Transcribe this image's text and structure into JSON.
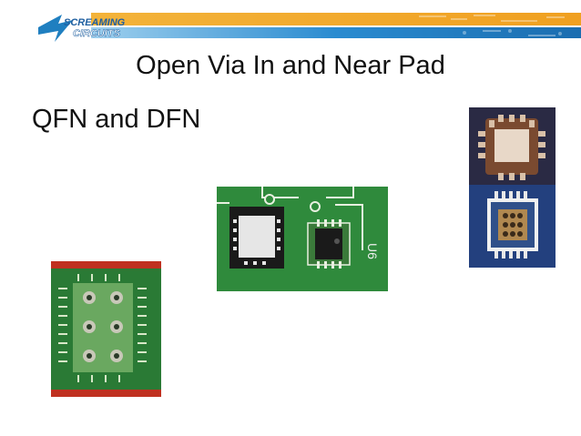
{
  "header": {
    "logo_line1": "SCREAMING",
    "logo_line2": "CIRCUITS",
    "logo_icon": "screaming-circuits-swoosh-logo"
  },
  "slide": {
    "title": "Open Via In and Near Pad",
    "subtitle": "QFN and DFN"
  },
  "photos": [
    {
      "name": "qfn-pcb-pads-photo-right"
    },
    {
      "name": "qfn-dfn-board-photo-center",
      "silkscreen_label": "U6"
    },
    {
      "name": "qfn-pad-vias-photo-left"
    }
  ],
  "colors": {
    "header_orange": "#f0a020",
    "header_blue": "#1f7fc0",
    "pcb_green": "#2f8f3f",
    "pcb_blue": "#233a7a"
  }
}
